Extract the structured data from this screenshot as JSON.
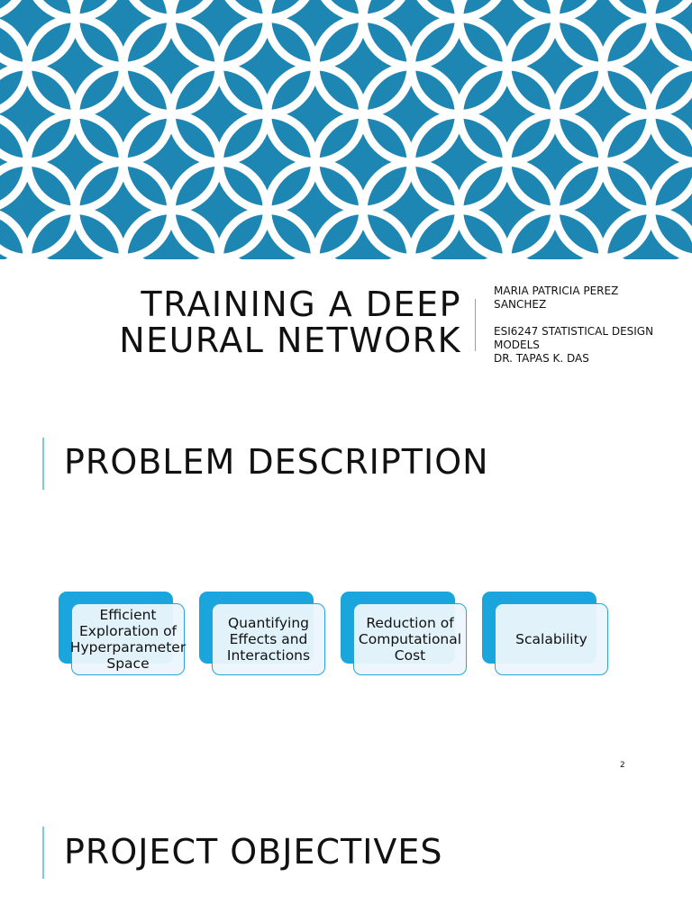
{
  "title_slide": {
    "title_line1": "Training a Deep",
    "title_line2": "Neural Network",
    "author": [
      "Maria Patricia Perez",
      "Sanchez"
    ],
    "course": [
      "ESI6247 Statistical Design",
      "Models"
    ],
    "instructor": "Dr. Tapas K. Das"
  },
  "problem_slide": {
    "heading": "Problem Description",
    "cards": [
      "Efficient Exploration of Hyperparameter Space",
      "Quantifying Effects and Interactions",
      "Reduction of Computational Cost",
      "Scalability"
    ],
    "page_number": "2"
  },
  "objectives_slide": {
    "heading": "Project Objectives"
  },
  "colors": {
    "banner": "#1e86b3",
    "pattern": "#ffffff",
    "card_accent": "#1aa6dd",
    "divider": "#7fc8e4"
  }
}
